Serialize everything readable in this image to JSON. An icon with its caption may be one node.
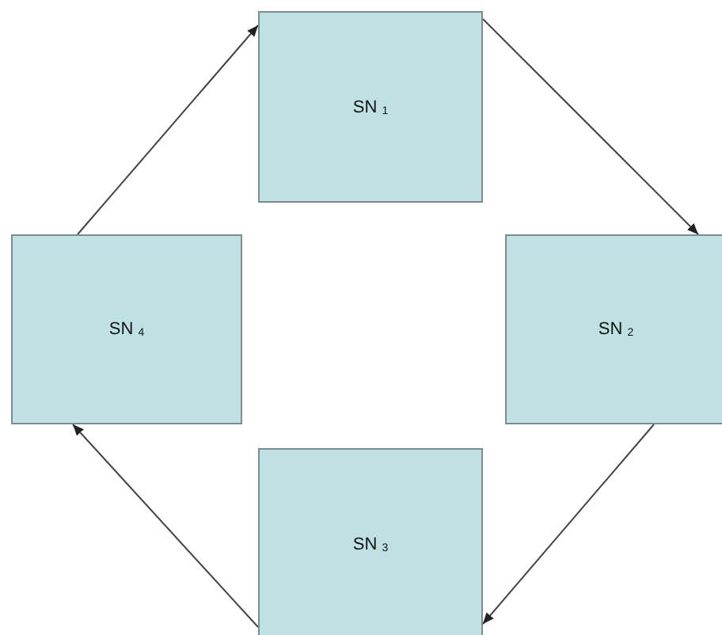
{
  "diagram": {
    "nodes": [
      {
        "text": [
          "SN $_{1}$"
        ]
      },
      {
        "text": [
          "SN $_{2}$"
        ]
      },
      {
        "text": [
          "SN $_{3}$"
        ]
      },
      {
        "text": [
          "SN $_{4}$"
        ]
      }
    ],
    "edges": [
      {
        "from": 0,
        "to": 1,
        "arrow": "to"
      },
      {
        "from": 1,
        "to": 2,
        "arrow": "to"
      },
      {
        "from": 2,
        "to": 3,
        "arrow": "to"
      },
      {
        "from": 3,
        "to": 0,
        "arrow": "to"
      }
    ]
  }
}
